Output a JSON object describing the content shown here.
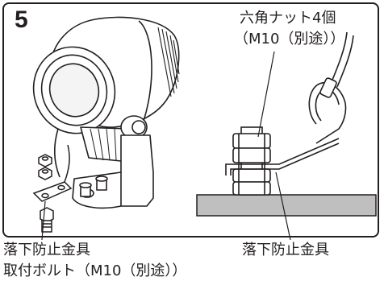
{
  "step": {
    "number": "5"
  },
  "labels": {
    "nuts": "六角ナット4個",
    "nuts_spec": "（M10（別途））",
    "stopper_right": "落下防止金具",
    "stopper_left": "落下防止金具",
    "bolt": "取付ボルト（M10（別途））"
  }
}
